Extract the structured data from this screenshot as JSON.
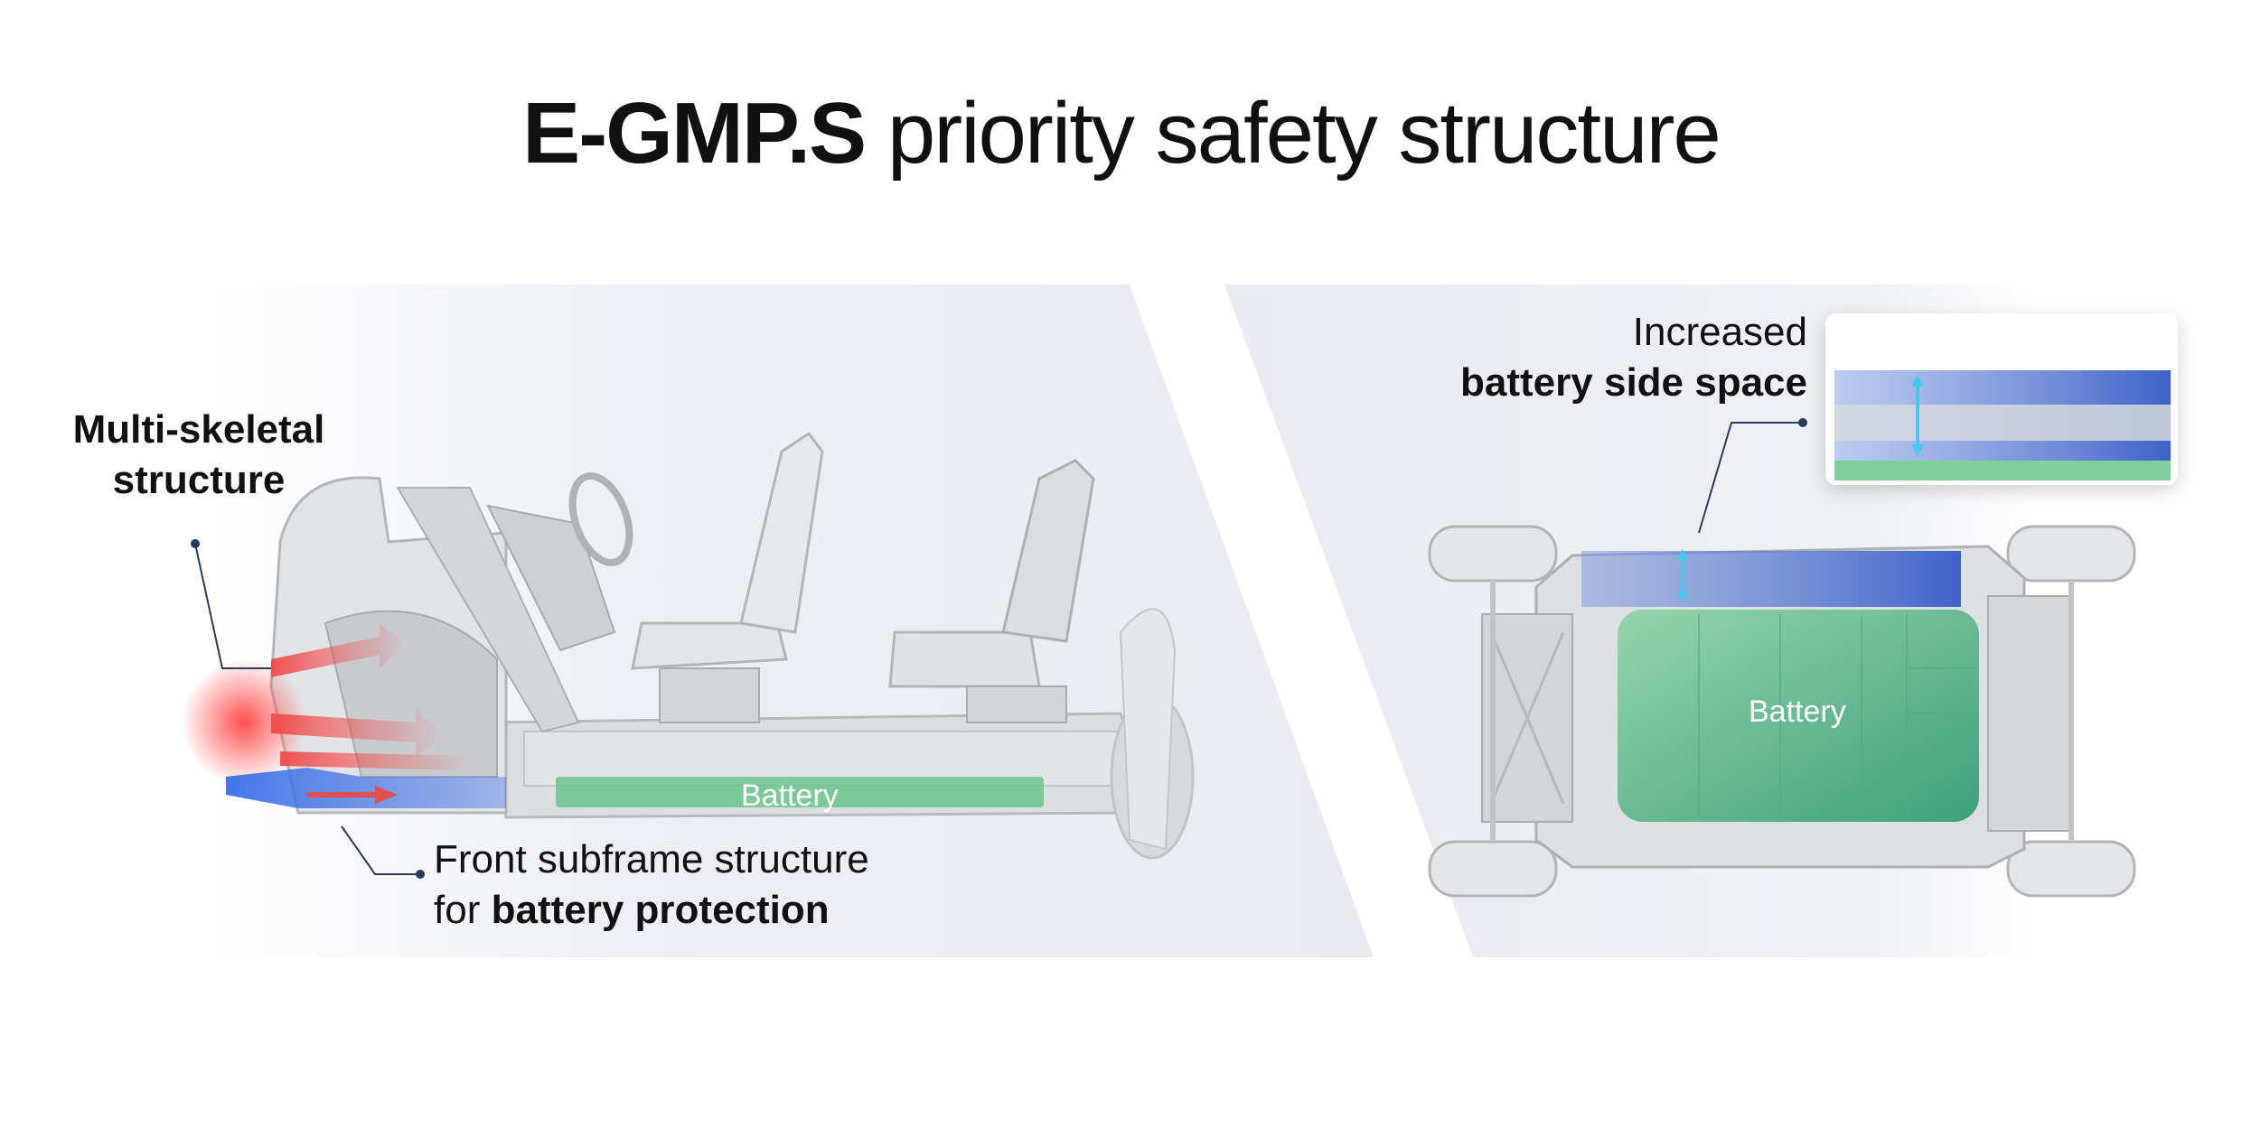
{
  "header": {
    "title_bold": "E-GMP.S",
    "title_rest": "priority safety structure"
  },
  "labels": {
    "multi_skeletal": "Multi-skeletal structure",
    "front_subframe_line1": "Front subframe structure",
    "front_subframe_prefix": "for",
    "front_subframe_bold": "battery protection",
    "side_space_line1": "Increased",
    "side_space_bold": "battery side space",
    "battery_left": "Battery",
    "battery_right": "Battery"
  },
  "colors": {
    "panel_bg": "#eceef3",
    "battery_green": "#5fbf86",
    "battery_green_dark": "#2f9a6a",
    "side_blue": "#4a6fd0",
    "impact_red": "#f05a5a",
    "subframe_blue": "#3a6ee8",
    "arrow_cyan": "#48c8e8",
    "leader_navy": "#2a3a5a"
  }
}
